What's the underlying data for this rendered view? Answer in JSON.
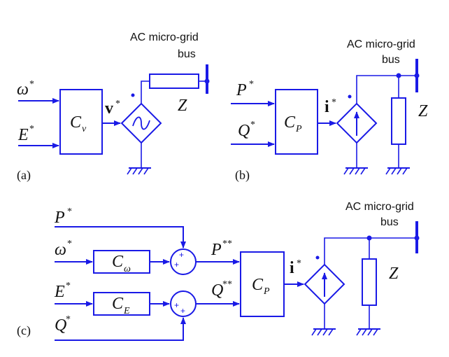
{
  "panel_a": {
    "caption": "(a)",
    "input1": "ω",
    "input1_sup": "*",
    "input2": "E",
    "input2_sup": "*",
    "block": "C",
    "block_sub": "v",
    "signal": "v",
    "signal_sup": "*",
    "impedance": "Z",
    "bus_line1": "AC micro-grid",
    "bus_line2": "bus"
  },
  "panel_b": {
    "caption": "(b)",
    "input1": "P",
    "input1_sup": "*",
    "input2": "Q",
    "input2_sup": "*",
    "block": "C",
    "block_sub": "P",
    "signal": "i",
    "signal_sup": "*",
    "impedance": "Z",
    "bus_line1": "AC micro-grid",
    "bus_line2": "bus"
  },
  "panel_c": {
    "caption": "(c)",
    "input_p": "P",
    "input_p_sup": "*",
    "input_w": "ω",
    "input_w_sup": "*",
    "input_e": "E",
    "input_e_sup": "*",
    "input_q": "Q",
    "input_q_sup": "*",
    "block_w": "C",
    "block_w_sub": "ω",
    "block_e": "C",
    "block_e_sub": "E",
    "sum_plus": "+",
    "sig_p": "P",
    "sig_p_sup": "**",
    "sig_q": "Q",
    "sig_q_sup": "**",
    "block_p": "C",
    "block_p_sub": "P",
    "signal": "i",
    "signal_sup": "*",
    "impedance": "Z",
    "bus_line1": "AC micro-grid",
    "bus_line2": "bus"
  },
  "colors": {
    "wire": "#1a1ae6",
    "text": "#111111"
  }
}
